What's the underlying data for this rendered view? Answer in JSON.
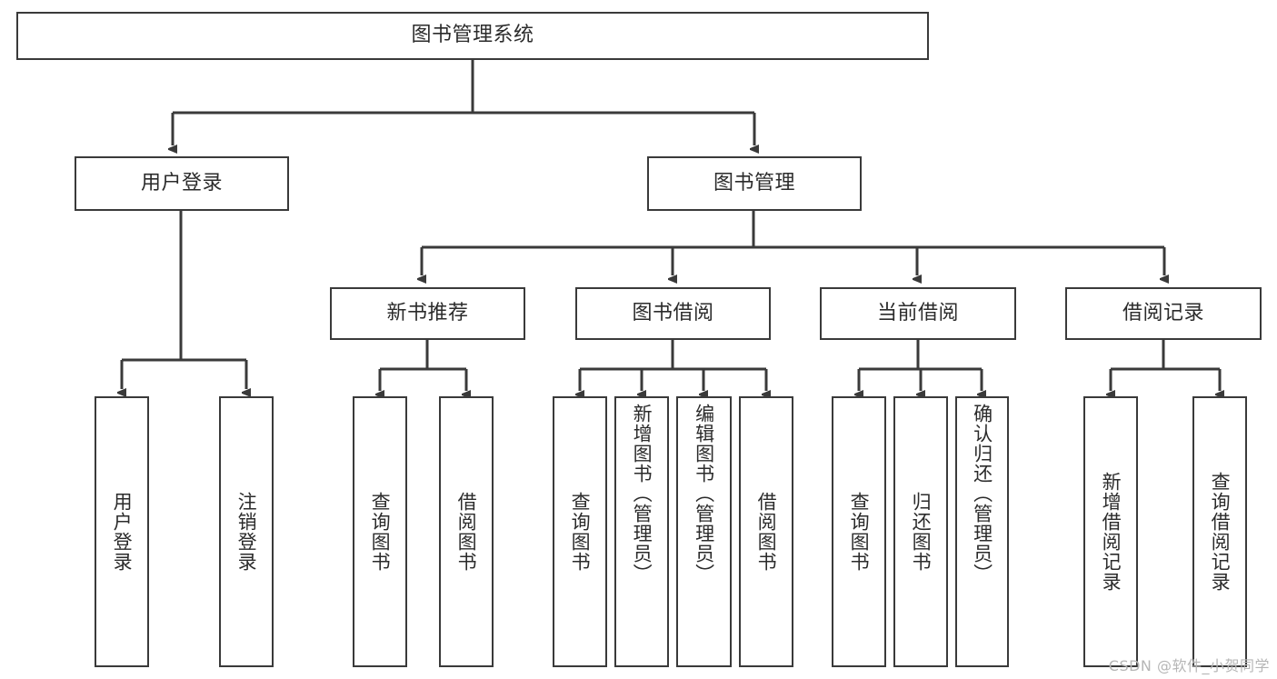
{
  "diagram": {
    "title_node": {
      "label": "图书管理系统"
    },
    "level2": [
      {
        "label": "用户登录"
      },
      {
        "label": "图书管理"
      }
    ],
    "level3": [
      {
        "label": "新书推荐"
      },
      {
        "label": "图书借阅"
      },
      {
        "label": "当前借阅"
      },
      {
        "label": "借阅记录"
      }
    ],
    "leaves": {
      "user_login": [
        {
          "label": "用户登录"
        },
        {
          "label": "注销登录"
        }
      ],
      "new_book": [
        {
          "label": "查询图书"
        },
        {
          "label": "借阅图书"
        }
      ],
      "book_borrow": [
        {
          "label": "查询图书"
        },
        {
          "label": "新增图书（管理员）"
        },
        {
          "label": "编辑图书（管理员）"
        },
        {
          "label": "借阅图书"
        }
      ],
      "current_borrow": [
        {
          "label": "查询图书"
        },
        {
          "label": "归还图书"
        },
        {
          "label": "确认归还（管理员）"
        }
      ],
      "borrow_record": [
        {
          "label": "新增借阅记录"
        },
        {
          "label": "查询借阅记录"
        }
      ]
    }
  },
  "watermark": {
    "text": "CSDN @软件_小贺同学"
  },
  "colors": {
    "border": "#3a3a3a",
    "text": "#2b2b2b",
    "background": "#ffffff",
    "watermark": "#b6b6b6"
  }
}
